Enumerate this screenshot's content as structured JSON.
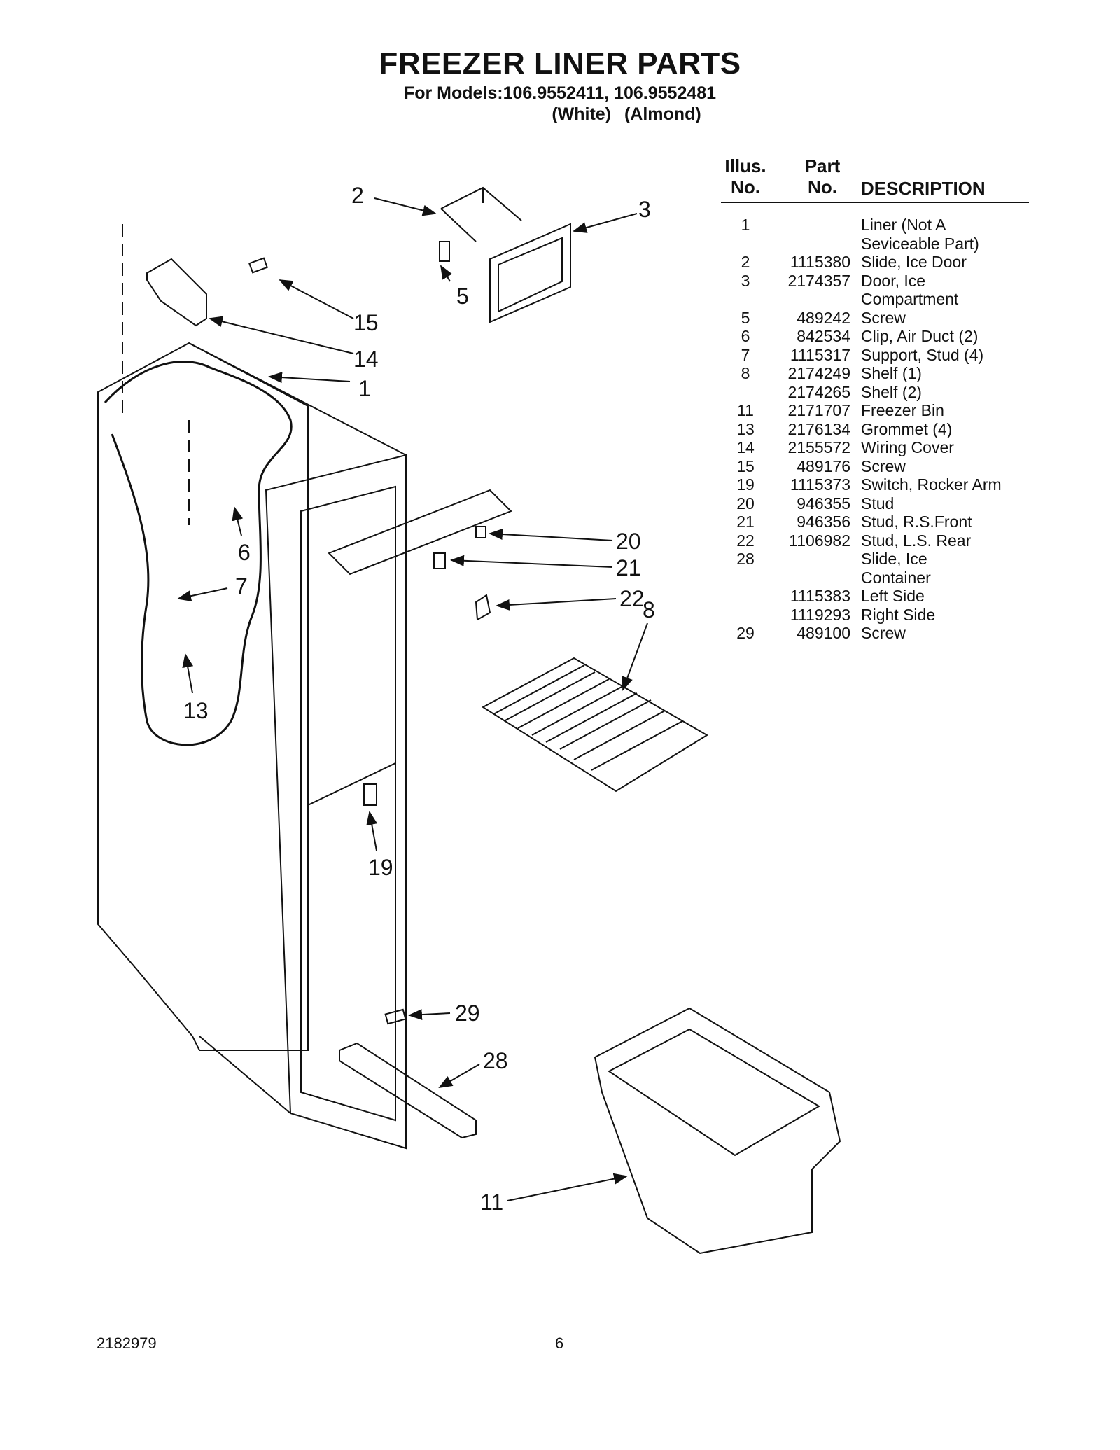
{
  "header": {
    "title": "FREEZER LINER PARTS",
    "models_line": "For Models:106.9552411, 106.9552481",
    "color_white": "(White)",
    "color_almond": "(Almond)"
  },
  "table": {
    "col_illus": [
      "Illus.",
      "No."
    ],
    "col_part": [
      "Part",
      "No."
    ],
    "col_desc": "DESCRIPTION",
    "rows": [
      {
        "illus": "1",
        "part": "",
        "desc": "Liner (Not A"
      },
      {
        "illus": "",
        "part": "",
        "desc": "Seviceable Part)"
      },
      {
        "illus": "2",
        "part": "1115380",
        "desc": "Slide, Ice Door"
      },
      {
        "illus": "3",
        "part": "2174357",
        "desc": "Door, Ice"
      },
      {
        "illus": "",
        "part": "",
        "desc": "Compartment"
      },
      {
        "illus": "5",
        "part": "489242",
        "desc": "Screw"
      },
      {
        "illus": "6",
        "part": "842534",
        "desc": "Clip, Air Duct (2)"
      },
      {
        "illus": "7",
        "part": "1115317",
        "desc": "Support, Stud (4)"
      },
      {
        "illus": "8",
        "part": "2174249",
        "desc": "Shelf (1)"
      },
      {
        "illus": "",
        "part": "2174265",
        "desc": "Shelf (2)"
      },
      {
        "illus": "11",
        "part": "2171707",
        "desc": "Freezer Bin"
      },
      {
        "illus": "13",
        "part": "2176134",
        "desc": "Grommet (4)"
      },
      {
        "illus": "14",
        "part": "2155572",
        "desc": "Wiring Cover"
      },
      {
        "illus": "15",
        "part": "489176",
        "desc": "Screw"
      },
      {
        "illus": "19",
        "part": "1115373",
        "desc": "Switch, Rocker Arm"
      },
      {
        "illus": "20",
        "part": "946355",
        "desc": "Stud"
      },
      {
        "illus": "21",
        "part": "946356",
        "desc": "Stud, R.S.Front"
      },
      {
        "illus": "22",
        "part": "1106982",
        "desc": "Stud, L.S. Rear"
      },
      {
        "illus": "28",
        "part": "",
        "desc": "Slide, Ice"
      },
      {
        "illus": "",
        "part": "",
        "desc": "Container"
      },
      {
        "illus": "",
        "part": "1115383",
        "desc": "Left Side"
      },
      {
        "illus": "",
        "part": "1119293",
        "desc": "Right Side"
      },
      {
        "illus": "29",
        "part": "489100",
        "desc": "Screw"
      }
    ]
  },
  "callouts": {
    "c1": "1",
    "c2": "2",
    "c3": "3",
    "c5": "5",
    "c6": "6",
    "c7": "7",
    "c8": "8",
    "c11": "11",
    "c13": "13",
    "c14": "14",
    "c15": "15",
    "c19": "19",
    "c20": "20",
    "c21": "21",
    "c22": "22",
    "c28": "28",
    "c29": "29"
  },
  "footer": {
    "doc_number": "2182979",
    "page_number": "6"
  }
}
